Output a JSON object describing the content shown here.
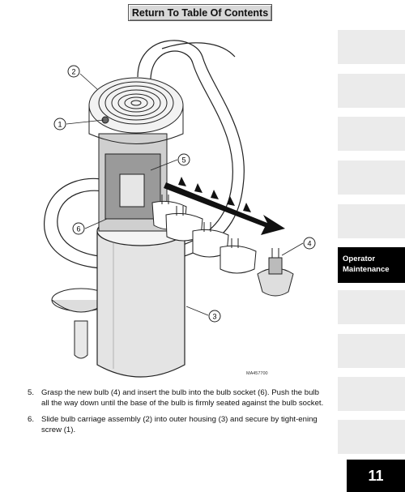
{
  "header": {
    "toc_button_label": "Return To Table Of Contents"
  },
  "sidebar": {
    "active_tab": {
      "line1": "Operator",
      "line2": "Maintenance"
    },
    "page_number": "11"
  },
  "figure": {
    "code": "MA457700",
    "callouts": [
      "1",
      "2",
      "3",
      "4",
      "5",
      "6"
    ]
  },
  "steps": [
    {
      "number": "5.",
      "text": "Grasp the new bulb (4) and insert the bulb into the bulb socket (6).  Push the bulb all the way down until the base  of the bulb is firmly seated against the bulb socket."
    },
    {
      "number": "6.",
      "text": "Slide bulb carriage assembly (2) into outer housing (3) and secure by tight-ening screw (1)."
    }
  ]
}
